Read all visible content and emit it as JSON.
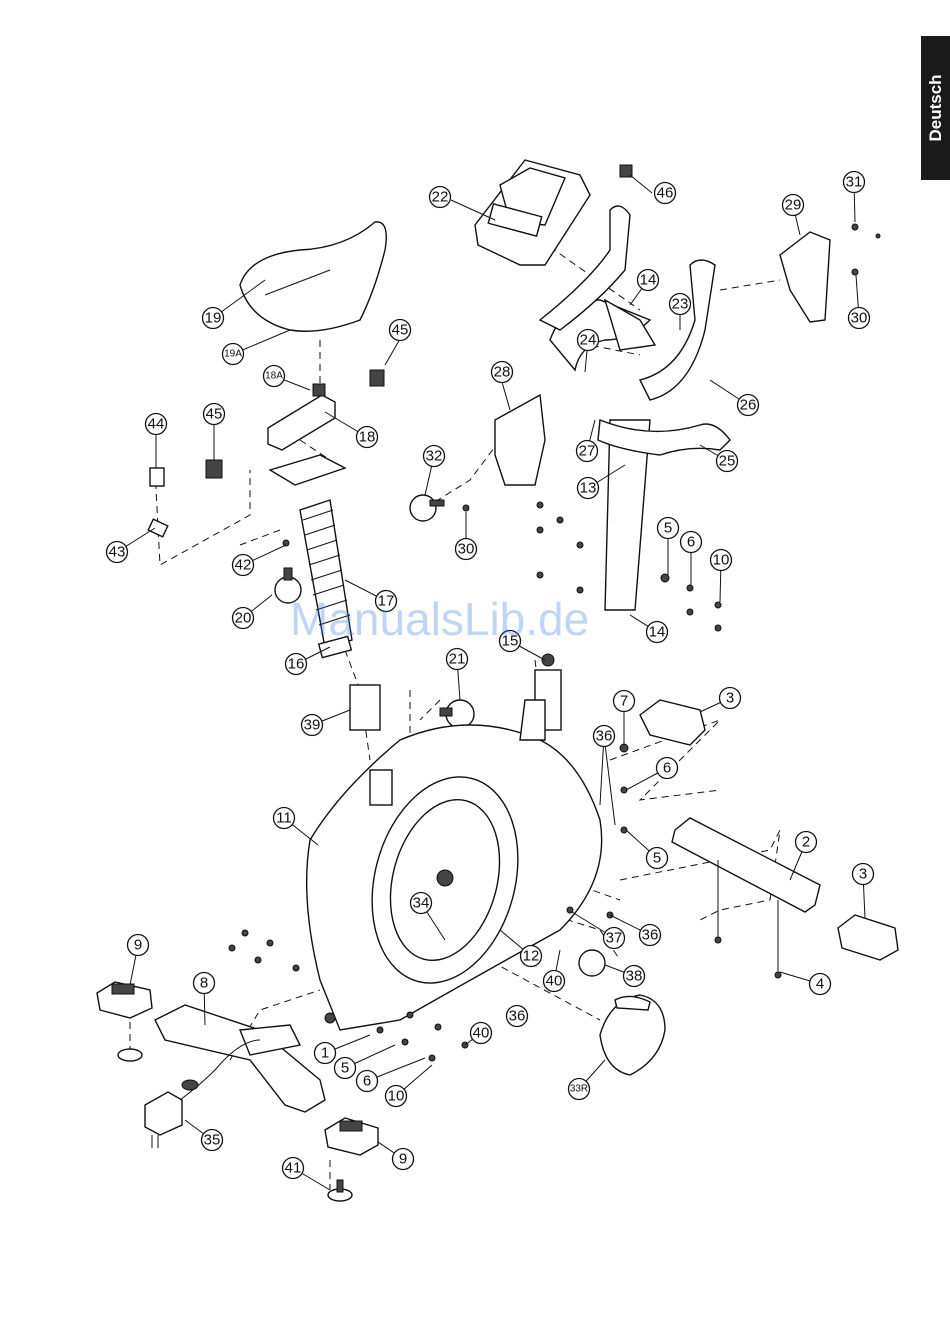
{
  "page": {
    "language_tab": "Deutsch",
    "watermark": "ManualsLib.de"
  },
  "callouts": [
    {
      "label": "1"
    },
    {
      "label": "2"
    },
    {
      "label": "3"
    },
    {
      "label": "3"
    },
    {
      "label": "4"
    },
    {
      "label": "5"
    },
    {
      "label": "5"
    },
    {
      "label": "5"
    },
    {
      "label": "6"
    },
    {
      "label": "6"
    },
    {
      "label": "6"
    },
    {
      "label": "7"
    },
    {
      "label": "8"
    },
    {
      "label": "9"
    },
    {
      "label": "9"
    },
    {
      "label": "10"
    },
    {
      "label": "10"
    },
    {
      "label": "11"
    },
    {
      "label": "12"
    },
    {
      "label": "13"
    },
    {
      "label": "14"
    },
    {
      "label": "14"
    },
    {
      "label": "15"
    },
    {
      "label": "16"
    },
    {
      "label": "17"
    },
    {
      "label": "18"
    },
    {
      "label": "18A"
    },
    {
      "label": "19"
    },
    {
      "label": "19A"
    },
    {
      "label": "20"
    },
    {
      "label": "21"
    },
    {
      "label": "22"
    },
    {
      "label": "23"
    },
    {
      "label": "24"
    },
    {
      "label": "25"
    },
    {
      "label": "26"
    },
    {
      "label": "27"
    },
    {
      "label": "28"
    },
    {
      "label": "29"
    },
    {
      "label": "30"
    },
    {
      "label": "30"
    },
    {
      "label": "31"
    },
    {
      "label": "32"
    },
    {
      "label": "33R"
    },
    {
      "label": "34"
    },
    {
      "label": "35"
    },
    {
      "label": "36"
    },
    {
      "label": "36"
    },
    {
      "label": "36"
    },
    {
      "label": "37"
    },
    {
      "label": "38"
    },
    {
      "label": "39"
    },
    {
      "label": "40"
    },
    {
      "label": "40"
    },
    {
      "label": "41"
    },
    {
      "label": "42"
    },
    {
      "label": "43"
    },
    {
      "label": "44"
    },
    {
      "label": "45"
    },
    {
      "label": "45"
    },
    {
      "label": "46"
    }
  ]
}
